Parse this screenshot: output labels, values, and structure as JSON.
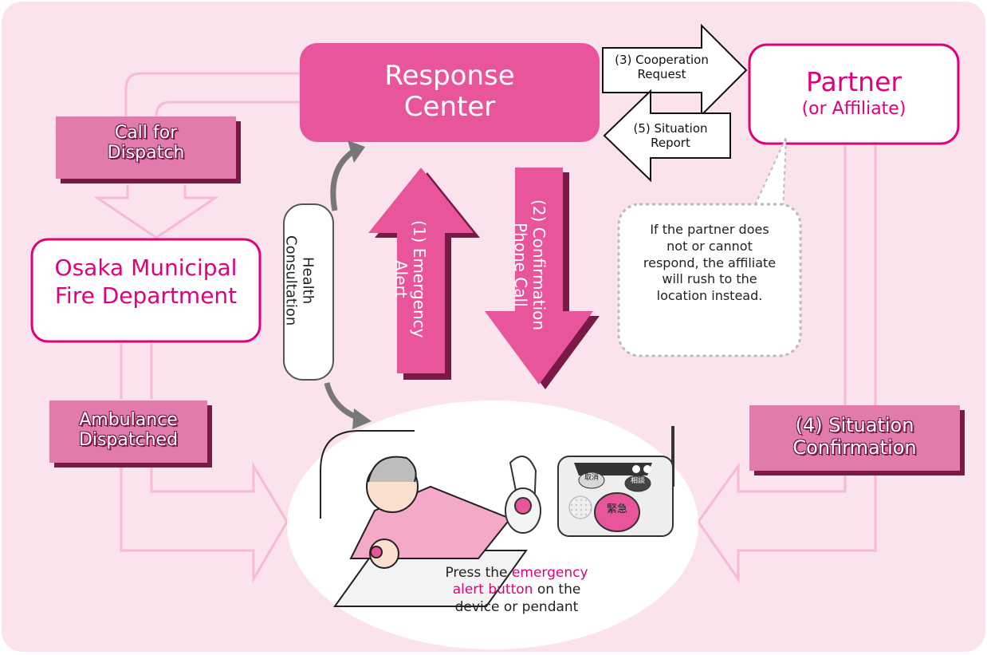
{
  "response_center": {
    "line1": "Response",
    "line2": "Center"
  },
  "partner": {
    "title": "Partner",
    "subtitle": "(or Affiliate)"
  },
  "fire_department": {
    "line1": "Osaka Municipal",
    "line2": "Fire Department"
  },
  "call_for_dispatch": {
    "line1": "Call for",
    "line2": "Dispatch"
  },
  "ambulance_dispatched": {
    "line1": "Ambulance",
    "line2": "Dispatched"
  },
  "situation_confirmation": {
    "line1": "(4) Situation",
    "line2": "Confirmation"
  },
  "cooperation_request": {
    "line1": "(3) Cooperation",
    "line2": "Request"
  },
  "situation_report": {
    "line1": "(5) Situation",
    "line2": "Report"
  },
  "emergency_alert": {
    "line1": "(1) Emergency",
    "line2": "Alert"
  },
  "confirmation_call": {
    "line1": "(2) Confirmation",
    "line2": "Phone Call"
  },
  "health_consultation": {
    "line1": "Health",
    "line2": "Consultation"
  },
  "partner_note": {
    "lines": [
      "If the partner does",
      "not or cannot",
      "respond, the affiliate",
      "will rush to the",
      "location instead."
    ]
  },
  "instruction": {
    "pre": "Press the ",
    "highlight1": "emergency",
    "highlight2": "alert button",
    "post1": " on the",
    "post2": "device or pendant"
  },
  "device_labels": {
    "cancel": "取消",
    "consult": "相談",
    "emergency": "緊急"
  },
  "colors": {
    "magenta": "#e0007a",
    "pink_fill": "#e8559a",
    "light_pink_bg": "#fbe3ee",
    "pale_band": "#f7b9d4",
    "box_pink": "#e07bab",
    "shadow": "#7a1846"
  }
}
